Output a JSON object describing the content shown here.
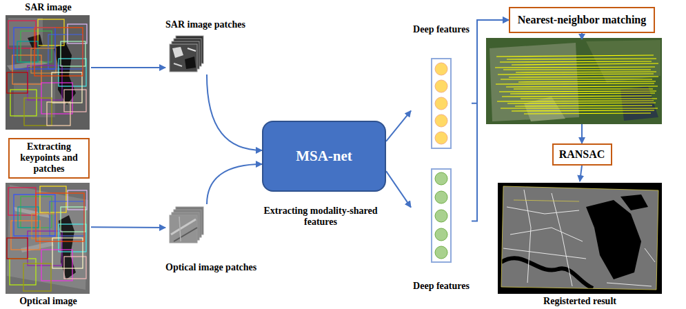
{
  "diagram": {
    "nodes": [
      {
        "text": [
          "SAR image"
        ]
      },
      {
        "text": [
          "SAR image patches"
        ]
      },
      {
        "text": [
          "Extracting keypoints and patches"
        ]
      },
      {
        "text": [
          "Optical image"
        ]
      },
      {
        "text": [
          "Optical image patches"
        ]
      },
      {
        "text": [
          "MSA-net"
        ]
      },
      {
        "text": [
          "Deep features"
        ]
      },
      {
        "text": [
          "Deep features"
        ]
      },
      {
        "text": [
          "Nearest-neighbor matching"
        ]
      },
      {
        "text": [
          "RANSAC"
        ]
      },
      {
        "text": [
          "Registerted result"
        ]
      }
    ],
    "edges": [
      {
        "from": 0,
        "to": 1,
        "arrow": "to"
      },
      {
        "from": 1,
        "to": 5,
        "arrow": "to"
      },
      {
        "from": 3,
        "to": 4,
        "arrow": "to"
      },
      {
        "from": 4,
        "to": 5,
        "arrow": "to"
      },
      {
        "from": 5,
        "to": 6,
        "arrow": "to"
      },
      {
        "from": 5,
        "to": 7,
        "arrow": "to"
      },
      {
        "from": 6,
        "to": 8,
        "arrow": "to"
      },
      {
        "from": 7,
        "to": 8,
        "arrow": "to"
      },
      {
        "from": 8,
        "to": 9,
        "arrow": "to"
      },
      {
        "from": 9,
        "to": 10,
        "arrow": "to"
      }
    ],
    "labels": [
      "Extracting modality-shared features"
    ]
  }
}
